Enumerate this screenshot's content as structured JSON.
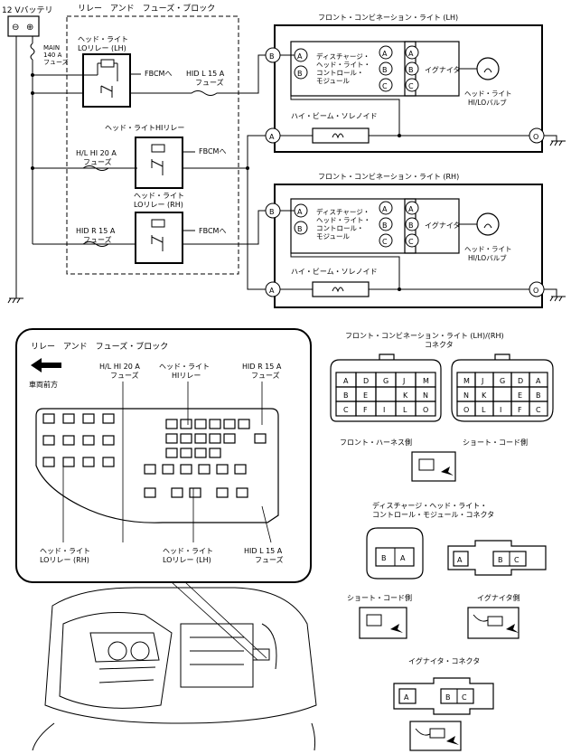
{
  "wiring": {
    "battery": {
      "label": "12 Vバッテリ",
      "minus": "⊖",
      "plus": "⊕"
    },
    "main_fuse": {
      "line1": "MAIN",
      "line2": "140 A",
      "line3": "フューズ"
    },
    "block_title": "リレー　アンド　フューズ・ブロック",
    "lo_relay_lh": {
      "line1": "ヘッド・ライト",
      "line2": "LOリレー (LH)",
      "to": "FBCMへ"
    },
    "hid_l_fuse": {
      "line1": "HID L 15 A",
      "line2": "フューズ"
    },
    "hi_relay": {
      "line1": "ヘッド・ライトHIリレー",
      "to": "FBCMへ"
    },
    "hl_hi_fuse": {
      "line1": "H/L HI 20 A",
      "line2": "フューズ"
    },
    "lo_relay_rh": {
      "line1": "ヘッド・ライト",
      "line2": "LOリレー (RH)",
      "to": "FBCMへ"
    },
    "hid_r_fuse": {
      "line1": "HID R 15 A",
      "line2": "フューズ"
    },
    "lamp_lh": {
      "title": "フロント・コンビネーション・ライト (LH)",
      "module": [
        "ディスチャージ・",
        "ヘッド・ライト・",
        "コントロール・",
        "モジュール"
      ],
      "igniter": "イグナイタ",
      "bulb": [
        "ヘッド・ライト",
        "HI/LOバルブ"
      ],
      "solenoid": "ハイ・ビーム・ソレノイド"
    },
    "lamp_rh": {
      "title": "フロント・コンビネーション・ライト (RH)",
      "module": [
        "ディスチャージ・",
        "ヘッド・ライト・",
        "コントロール・",
        "モジュール"
      ],
      "igniter": "イグナイタ",
      "bulb": [
        "ヘッド・ライト",
        "HI/LOバルブ"
      ],
      "solenoid": "ハイ・ビーム・ソレノイド"
    },
    "terminals": {
      "A": "A",
      "B": "B",
      "C": "C",
      "O": "O"
    }
  },
  "location": {
    "title": "リレー　アンド　フューズ・ブロック",
    "front_label": "車両前方",
    "labels": {
      "hl_hi_fuse": [
        "H/L HI 20 A",
        "フューズ"
      ],
      "hi_relay": [
        "ヘッド・ライト",
        "HIリレー"
      ],
      "hid_r_fuse": [
        "HID R 15 A",
        "フューズ"
      ],
      "lo_relay_rh": [
        "ヘッド・ライト",
        "LOリレー (RH)"
      ],
      "lo_relay_lh": [
        "ヘッド・ライト",
        "LOリレー (LH)"
      ],
      "hid_l_fuse": [
        "HID L 15 A",
        "フューズ"
      ]
    }
  },
  "connectors": {
    "lamp_title": [
      "フロント・コンビネーション・ライト (LH)/(RH)",
      "コネクタ"
    ],
    "harness_side": {
      "label": "フロント・ハーネス側",
      "rows": [
        [
          "A",
          "D",
          "G",
          "J",
          "M"
        ],
        [
          "B",
          "E",
          "",
          "K",
          "N"
        ],
        [
          "C",
          "F",
          "I",
          "L",
          "O"
        ]
      ]
    },
    "cord_side": {
      "label": "ショート・コード側",
      "rows": [
        [
          "M",
          "J",
          "G",
          "D",
          "A"
        ],
        [
          "N",
          "K",
          "",
          "E",
          "B"
        ],
        [
          "O",
          "L",
          "I",
          "F",
          "C"
        ]
      ]
    },
    "module_title": [
      "ディスチャージ・ヘッド・ライト・",
      "コントロール・モジュール・コネクタ"
    ],
    "module_cord": {
      "label": "ショート・コード側",
      "pins": [
        "B",
        "A"
      ]
    },
    "module_igniter": {
      "label": "イグナイタ側",
      "pins": [
        "A",
        "B",
        "C"
      ]
    },
    "igniter_title": "イグナイタ・コネクタ",
    "igniter_pins": [
      "A",
      "B",
      "C"
    ]
  }
}
